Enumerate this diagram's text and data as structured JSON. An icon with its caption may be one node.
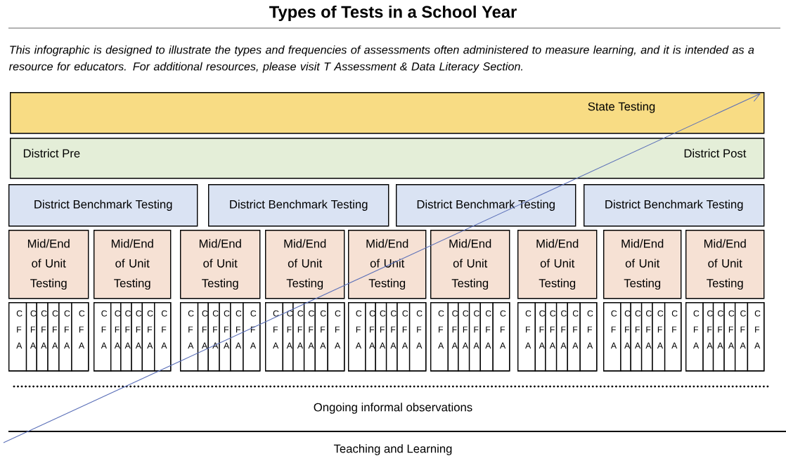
{
  "diagram": {
    "title": "Types of Tests in a School Year",
    "caption": "This infographic is designed to illustrate the types and frequencies of assessments often administered to measure learning, and it is intended as a resource for educators. For additional resources, please visit T Assessment & Data Literacy Section.",
    "nodes": [
      {
        "text": [
          "State Testing"
        ]
      },
      {
        "text": [
          "District Pre",
          "District Post"
        ]
      },
      {
        "text": [
          "District Benchmark Testing"
        ]
      },
      {
        "text": [
          "District Benchmark Testing"
        ]
      },
      {
        "text": [
          "District Benchmark Testing"
        ]
      },
      {
        "text": [
          "District Benchmark Testing"
        ]
      },
      {
        "text": [
          "Mid/End of Unit Testing"
        ]
      },
      {
        "text": [
          "Mid/End of Unit Testing"
        ]
      },
      {
        "text": [
          "Mid/End of Unit Testing"
        ]
      },
      {
        "text": [
          "Mid/End of Unit Testing"
        ]
      },
      {
        "text": [
          "Mid/End of Unit Testing"
        ]
      },
      {
        "text": [
          "Mid/End of Unit Testing"
        ]
      },
      {
        "text": [
          "Mid/End of Unit Testing"
        ]
      },
      {
        "text": [
          "Mid/End of Unit Testing"
        ]
      },
      {
        "text": [
          "Mid/End of Unit Testing"
        ]
      },
      {
        "text": [],
        "shape": "box"
      },
      {
        "text": [
          "C F A"
        ],
        "in": 15
      },
      {
        "text": [
          "C F A"
        ],
        "in": 15
      },
      {
        "text": [
          "C F A"
        ],
        "in": 15
      },
      {
        "text": [
          "C F A"
        ],
        "in": 15
      },
      {
        "text": [
          "C F A"
        ],
        "in": 15
      },
      {
        "text": [
          "C F A"
        ],
        "in": 15
      },
      {
        "text": [],
        "shape": "box"
      },
      {
        "text": [
          "C F A"
        ],
        "in": 22
      },
      {
        "text": [
          "C F A"
        ],
        "in": 22
      },
      {
        "text": [
          "C F A"
        ],
        "in": 22
      },
      {
        "text": [
          "C F A"
        ],
        "in": 22
      },
      {
        "text": [
          "C F A"
        ],
        "in": 22
      },
      {
        "text": [
          "C F A"
        ],
        "in": 22
      },
      {
        "text": [],
        "shape": "box"
      },
      {
        "text": [
          "C F A"
        ],
        "in": 29
      },
      {
        "text": [
          "C F A"
        ],
        "in": 29
      },
      {
        "text": [
          "C F A"
        ],
        "in": 29
      },
      {
        "text": [
          "C F A"
        ],
        "in": 29
      },
      {
        "text": [
          "C F A"
        ],
        "in": 29
      },
      {
        "text": [
          "C F A"
        ],
        "in": 29
      },
      {
        "text": [],
        "shape": "box"
      },
      {
        "text": [
          "C F A"
        ],
        "in": 36
      },
      {
        "text": [
          "C F A"
        ],
        "in": 36
      },
      {
        "text": [
          "C F A"
        ],
        "in": 36
      },
      {
        "text": [
          "C F A"
        ],
        "in": 36
      },
      {
        "text": [
          "C F A"
        ],
        "in": 36
      },
      {
        "text": [
          "C F A"
        ],
        "in": 36
      },
      {
        "text": [],
        "shape": "box"
      },
      {
        "text": [
          "C F A"
        ],
        "in": 43
      },
      {
        "text": [
          "C F A"
        ],
        "in": 43
      },
      {
        "text": [
          "C F A"
        ],
        "in": 43
      },
      {
        "text": [
          "C F A"
        ],
        "in": 43
      },
      {
        "text": [
          "C F A"
        ],
        "in": 43
      },
      {
        "text": [
          "C F A"
        ],
        "in": 43
      },
      {
        "text": [],
        "shape": "box"
      },
      {
        "text": [
          "C F A"
        ],
        "in": 50
      },
      {
        "text": [
          "C F A"
        ],
        "in": 50
      },
      {
        "text": [
          "C F A"
        ],
        "in": 50
      },
      {
        "text": [
          "C F A"
        ],
        "in": 50
      },
      {
        "text": [
          "C F A"
        ],
        "in": 50
      },
      {
        "text": [
          "C F A"
        ],
        "in": 50
      },
      {
        "text": [],
        "shape": "box"
      },
      {
        "text": [
          "C F A"
        ],
        "in": 57
      },
      {
        "text": [
          "C F A"
        ],
        "in": 57
      },
      {
        "text": [
          "C F A"
        ],
        "in": 57
      },
      {
        "text": [
          "C F A"
        ],
        "in": 57
      },
      {
        "text": [
          "C F A"
        ],
        "in": 57
      },
      {
        "text": [
          "C F A"
        ],
        "in": 57
      },
      {
        "text": [],
        "shape": "box"
      },
      {
        "text": [
          "C F A"
        ],
        "in": 64
      },
      {
        "text": [
          "C F A"
        ],
        "in": 64
      },
      {
        "text": [
          "C F A"
        ],
        "in": 64
      },
      {
        "text": [
          "C F A"
        ],
        "in": 64
      },
      {
        "text": [
          "C F A"
        ],
        "in": 64
      },
      {
        "text": [
          "C F A"
        ],
        "in": 64
      },
      {
        "text": [],
        "shape": "box"
      },
      {
        "text": [
          "C F A"
        ],
        "in": 71
      },
      {
        "text": [
          "C F A"
        ],
        "in": 71
      },
      {
        "text": [
          "C F A"
        ],
        "in": 71
      },
      {
        "text": [
          "C F A"
        ],
        "in": 71
      },
      {
        "text": [
          "C F A"
        ],
        "in": 71
      },
      {
        "text": [
          "C F A"
        ],
        "in": 71
      }
    ],
    "labels": [
      "Ongoing informal observations",
      "Teaching and Learning"
    ]
  }
}
